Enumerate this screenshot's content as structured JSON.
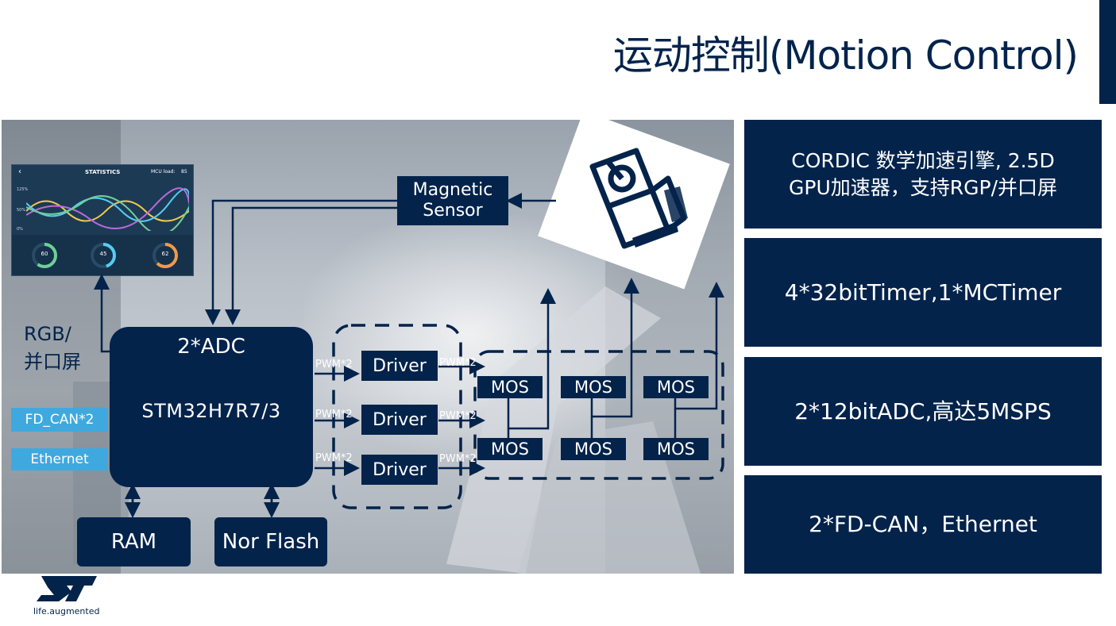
{
  "title": "运动控制(Motion Control)",
  "colors": {
    "navy": "#03234b",
    "cyan": "#3fa9df",
    "photo_gray": "#b9c0c8"
  },
  "diagram": {
    "mcu_adc": "2*ADC",
    "mcu_name": "STM32H7R7/3",
    "magnetic_sensor": [
      "Magnetic",
      "Sensor"
    ],
    "rgb_label": [
      "RGB/",
      "并口屏"
    ],
    "fdcan_tag": "FD_CAN*2",
    "ethernet_tag": "Ethernet",
    "ram": "RAM",
    "nor_flash": "Nor Flash",
    "driver": "Driver",
    "mos": "MOS",
    "pwm": "PWM*2",
    "dashboard": {
      "header": "STATISTICS",
      "mcu_load": "MCU load:",
      "mcu_load_val": "85",
      "y_ticks": [
        "125%",
        "50%",
        "0%"
      ],
      "gauges": [
        "60",
        "45",
        "62"
      ],
      "gauge_unit": "%"
    }
  },
  "features": [
    [
      "CORDIC 数学加速引擎, 2.5D",
      "GPU加速器，支持RGP/并口屏"
    ],
    [
      "4*32bitTimer,1*MCTimer"
    ],
    [
      "2*12bitADC,高达5MSPS"
    ],
    [
      "2*FD-CAN，Ethernet"
    ]
  ],
  "logo_tagline": "life.augmented",
  "icons": [
    "motor-icon",
    "st-logo-icon",
    "gauge-icon"
  ]
}
